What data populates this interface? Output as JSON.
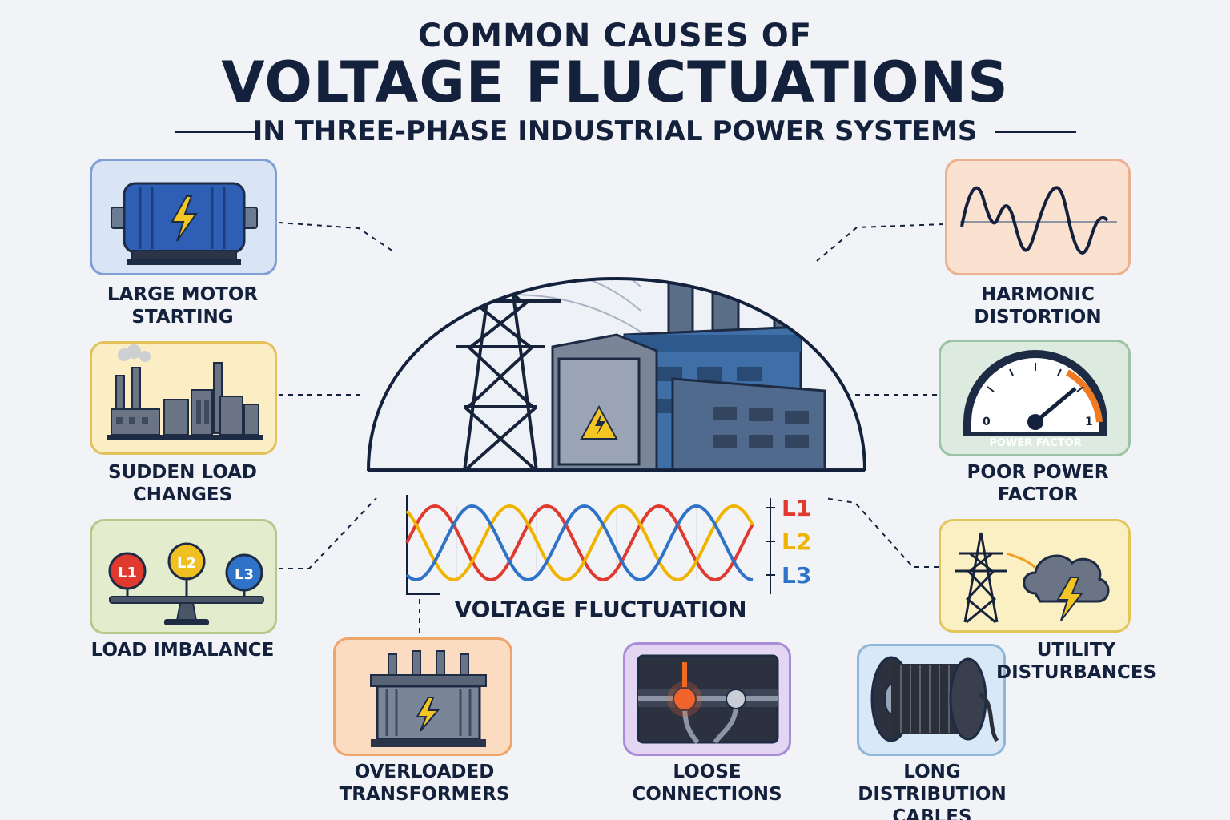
{
  "header": {
    "line1": "COMMON CAUSES OF",
    "line2": "VOLTAGE FLUCTUATIONS",
    "line3": "IN THREE-PHASE INDUSTRIAL POWER SYSTEMS"
  },
  "center": {
    "caption": "VOLTAGE FLUCTUATION",
    "phases": [
      "L1",
      "L2",
      "L3"
    ]
  },
  "causes": {
    "motor": {
      "label": "LARGE MOTOR STARTING"
    },
    "load": {
      "label": "SUDDEN LOAD CHANGES"
    },
    "imbalance": {
      "label": "LOAD IMBALANCE",
      "badges": [
        "L1",
        "L2",
        "L3"
      ]
    },
    "transformer": {
      "label": "OVERLOADED TRANSFORMERS"
    },
    "connections": {
      "label": "LOOSE CONNECTIONS"
    },
    "cables": {
      "label": "LONG DISTRIBUTION CABLES"
    },
    "harmonic": {
      "label": "HARMONIC DISTORTION"
    },
    "powerfactor": {
      "label": "POOR POWER FACTOR",
      "gauge_text": "POWER FACTOR",
      "gauge_min": "0",
      "gauge_max": "1"
    },
    "utility": {
      "label": "UTILITY DISTURBANCES"
    }
  },
  "colors": {
    "navy": "#14213d",
    "phase_l1": "#e03a2f",
    "phase_l2": "#f0b400",
    "phase_l3": "#2f73c9"
  }
}
